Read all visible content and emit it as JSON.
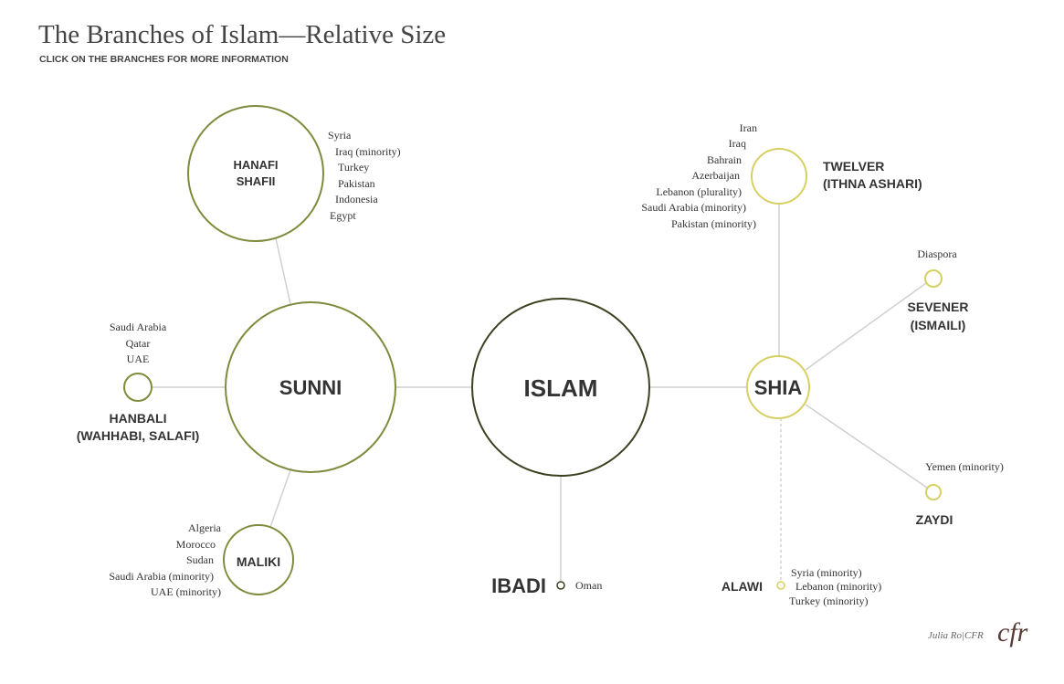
{
  "title": "The Branches of Islam—Relative Size",
  "subtitle": "CLICK ON THE BRANCHES FOR MORE INFORMATION",
  "colors": {
    "islam": "#3d4020",
    "sunni": "#7f8b3c",
    "shia": "#d6d063",
    "link": "#d0d0d0"
  },
  "nodes": {
    "islam": {
      "label": "ISLAM"
    },
    "sunni": {
      "label": "SUNNI"
    },
    "shia": {
      "label": "SHIA"
    },
    "hanafi": {
      "label1": "HANAFI",
      "label2": "SHAFII",
      "countries": [
        "Syria",
        "Iraq (minority)",
        "Turkey",
        "Pakistan",
        "Indonesia",
        "Egypt"
      ]
    },
    "hanbali": {
      "label1": "HANBALI",
      "label2": "(WAHHABI, SALAFI)",
      "countries": [
        "Saudi Arabia",
        "Qatar",
        "UAE"
      ]
    },
    "maliki": {
      "label": "MALIKI",
      "countries": [
        "Algeria",
        "Morocco",
        "Sudan",
        "Saudi Arabia (minority)",
        "UAE (minority)"
      ]
    },
    "ibadi": {
      "label": "IBADI",
      "countries": [
        "Oman"
      ]
    },
    "twelver": {
      "label1": "TWELVER",
      "label2": "(ITHNA ASHARI)",
      "countries": [
        "Iran",
        "Iraq",
        "Bahrain",
        "Azerbaijan",
        "Lebanon (plurality)",
        "Saudi Arabia (minority)",
        "Pakistan (minority)"
      ]
    },
    "sevener": {
      "label1": "SEVENER",
      "label2": "(ISMAILI)",
      "countries": [
        "Diaspora"
      ]
    },
    "zaydi": {
      "label": "ZAYDI",
      "countries": [
        "Yemen (minority)"
      ]
    },
    "alawi": {
      "label": "ALAWI",
      "countries": [
        "Syria (minority)",
        "Lebanon (minority)",
        "Turkey (minority)"
      ]
    }
  },
  "credit": "Julia Ro|CFR",
  "logo": "cfr"
}
